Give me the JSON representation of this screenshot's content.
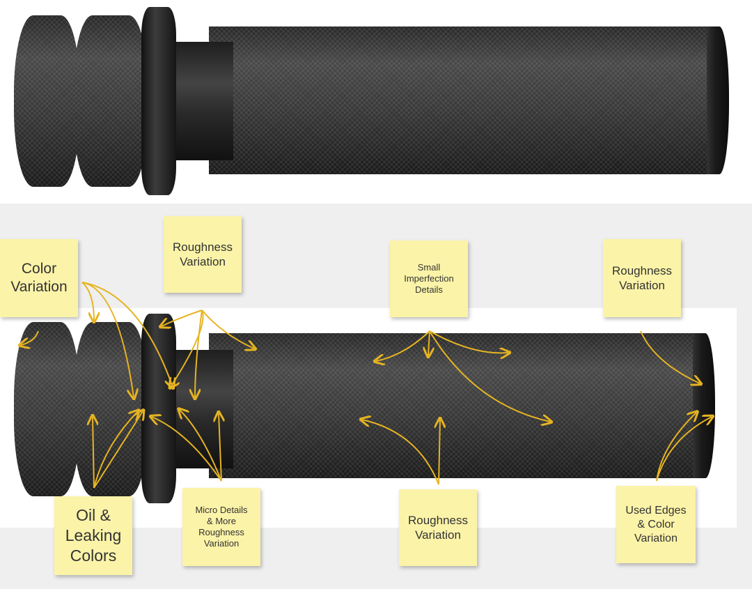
{
  "notes": {
    "color_variation": "Color\nVariation",
    "roughness_top": "Roughness\nVariation",
    "small_imperfection": "Small\nImperfection\nDetails",
    "roughness_right": "Roughness\nVariation",
    "oil_leaking": "Oil &\nLeaking\nColors",
    "micro_details": "Micro Details\n& More\nRoughness\nVariation",
    "roughness_bottom": "Roughness\nVariation",
    "used_edges": "Used Edges\n& Color\nVariation"
  },
  "colors": {
    "note": "#fbf3a8",
    "arrow": "#e6b422"
  }
}
